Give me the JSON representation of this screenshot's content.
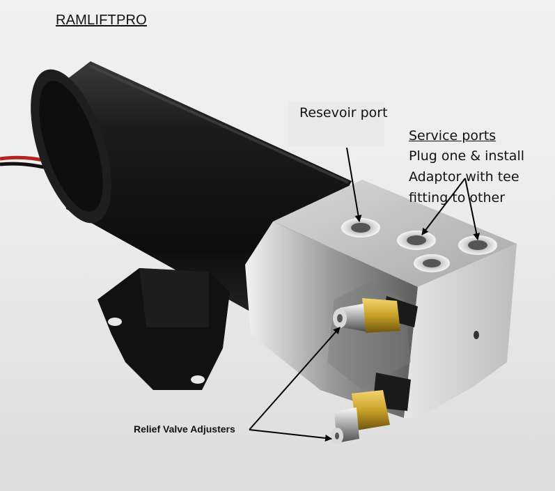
{
  "brand": "RAMLIFTPRO",
  "labels": {
    "reservoir_port": "Resevoir port",
    "service_ports_title": "Service ports",
    "service_ports_line1": "Plug one & install",
    "service_ports_line2": "Adaptor with tee",
    "service_ports_line3": "fitting to other",
    "relief_valves": "Relief Valve Adjusters"
  },
  "colors": {
    "motor_body": "#141414",
    "manifold_block": "#c9c9c9",
    "brass_fitting": "#c9a227",
    "wire_red": "#b3261e"
  }
}
